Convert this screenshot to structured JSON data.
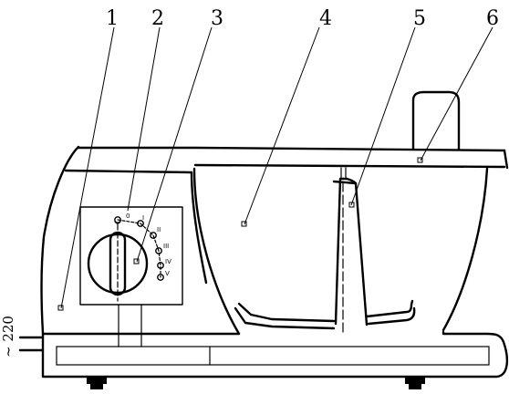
{
  "callouts": [
    "1",
    "2",
    "3",
    "4",
    "5",
    "6"
  ],
  "voltage_label": "~ 220",
  "dial_marks": [
    "0",
    "I",
    "II",
    "III",
    "IV",
    "V"
  ]
}
